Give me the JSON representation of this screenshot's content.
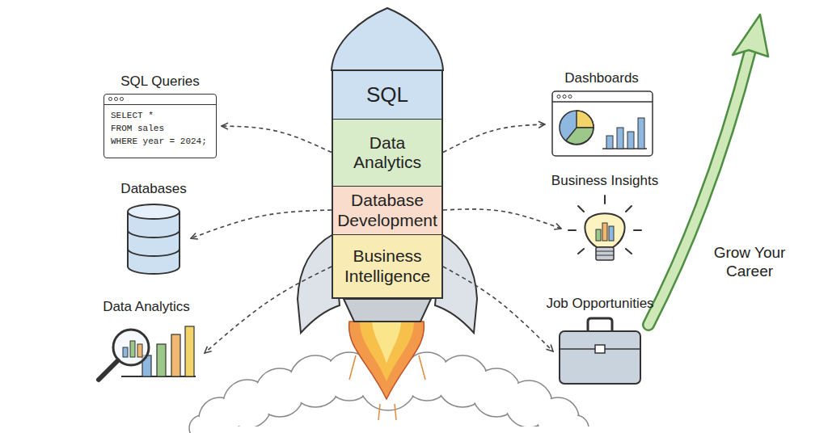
{
  "diagram": {
    "nodes": [
      {
        "text": [
          "SQL"
        ]
      },
      {
        "text": [
          "Data Analytics"
        ]
      },
      {
        "text": [
          "Database Development"
        ]
      },
      {
        "text": [
          "Business Intelligence"
        ]
      },
      {
        "text": [
          "SQL Queries",
          "SELECT *",
          "FROM sales",
          "WHERE year = 2024;"
        ]
      },
      {
        "text": [
          "Databases"
        ]
      },
      {
        "text": [
          "Data Analytics"
        ]
      },
      {
        "text": [
          "Dashboards"
        ]
      },
      {
        "text": [
          "Business Insights"
        ]
      },
      {
        "text": [
          "Job Opportunities"
        ]
      }
    ],
    "edges": [
      {
        "from": 1,
        "to": 4,
        "arrow": "to"
      },
      {
        "from": 2,
        "to": 5,
        "arrow": "to"
      },
      {
        "from": 3,
        "to": 6,
        "arrow": "to"
      },
      {
        "from": 1,
        "to": 7,
        "arrow": "to"
      },
      {
        "from": 2,
        "to": 8,
        "arrow": "to"
      },
      {
        "from": 3,
        "to": 9,
        "arrow": "to"
      }
    ],
    "labels": [
      "Grow Your Career"
    ]
  }
}
